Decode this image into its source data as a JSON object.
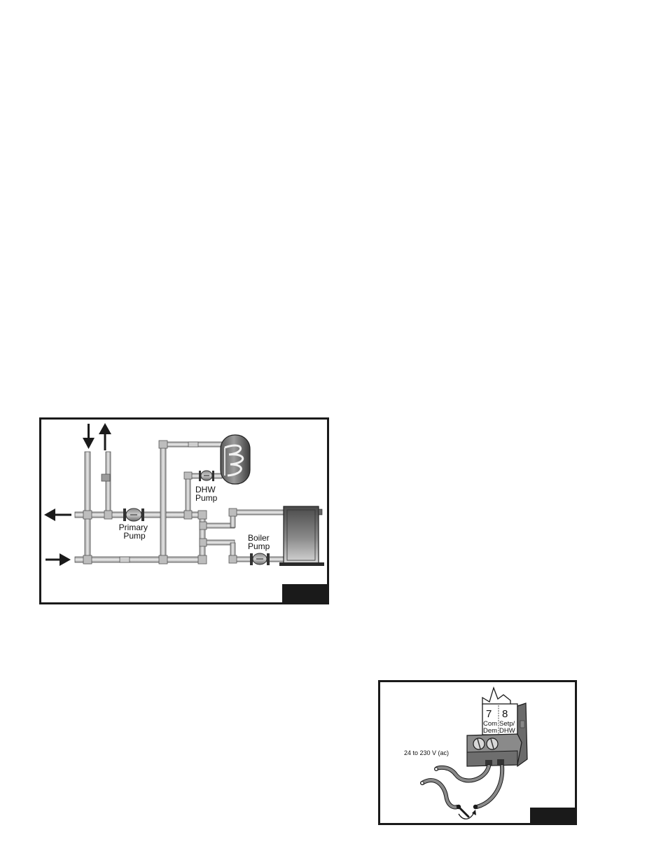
{
  "figure1": {
    "labels": {
      "dhw_pump": [
        "DHW",
        "Pump"
      ],
      "primary_pump": [
        "Primary",
        "Pump"
      ],
      "boiler_pump": [
        "Boiler",
        "Pump"
      ]
    }
  },
  "figure2": {
    "terminal_numbers": [
      "7",
      "8"
    ],
    "terminal_labels": {
      "t7": [
        "Com",
        "Dem"
      ],
      "t8": [
        "Setp/",
        "DHW"
      ]
    },
    "voltage_label": "24 to 230 V (ac)"
  }
}
